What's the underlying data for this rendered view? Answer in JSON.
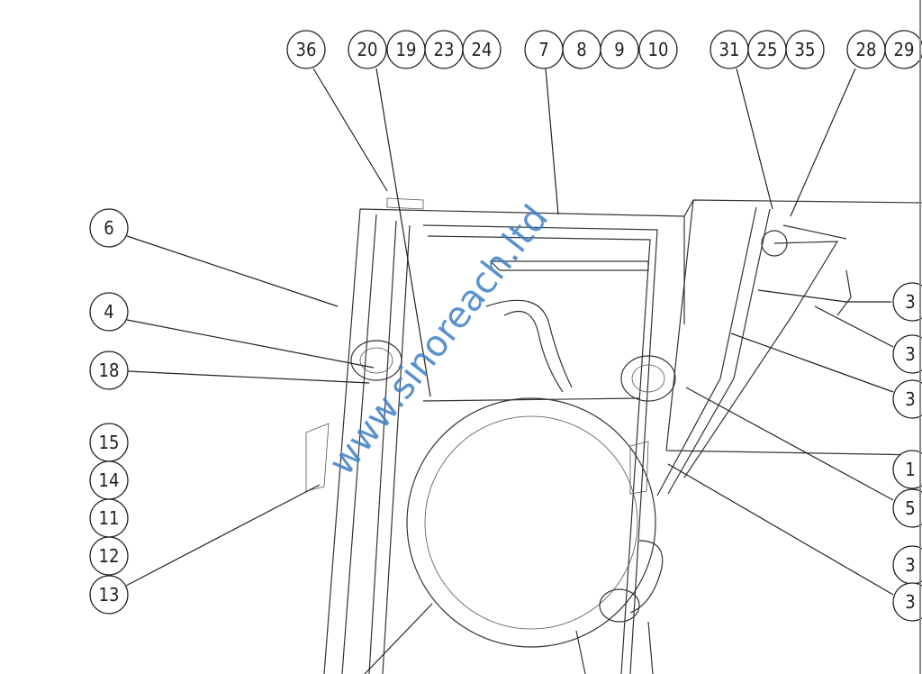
{
  "balloons": {
    "top": [
      "36",
      "20",
      "19",
      "23",
      "24",
      "7",
      "8",
      "9",
      "10",
      "31",
      "25",
      "35",
      "28",
      "29"
    ],
    "left": [
      "6",
      "4",
      "18",
      "15",
      "14",
      "11",
      "12",
      "13"
    ],
    "right": [
      "3",
      "3",
      "3",
      "1",
      "5",
      "3",
      "3"
    ]
  },
  "watermark": "www.sinoreach.ltd"
}
